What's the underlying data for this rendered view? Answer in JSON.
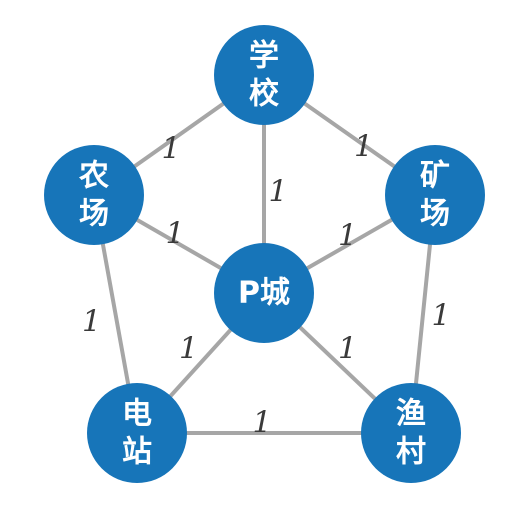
{
  "diagram": {
    "nodes": [
      {
        "id": "school",
        "lines": [
          "学",
          "校"
        ]
      },
      {
        "id": "farm",
        "lines": [
          "农",
          "场"
        ]
      },
      {
        "id": "mine",
        "lines": [
          "矿",
          "场"
        ]
      },
      {
        "id": "p_city",
        "lines": [
          "P城"
        ]
      },
      {
        "id": "station",
        "lines": [
          "电",
          "站"
        ]
      },
      {
        "id": "fishing",
        "lines": [
          "渔",
          "村"
        ]
      }
    ],
    "edges": [
      {
        "from": "school",
        "to": "farm",
        "weight": "1"
      },
      {
        "from": "school",
        "to": "mine",
        "weight": "1"
      },
      {
        "from": "school",
        "to": "p_city",
        "weight": "1"
      },
      {
        "from": "farm",
        "to": "p_city",
        "weight": "1"
      },
      {
        "from": "mine",
        "to": "p_city",
        "weight": "1"
      },
      {
        "from": "farm",
        "to": "station",
        "weight": "1"
      },
      {
        "from": "mine",
        "to": "fishing",
        "weight": "1"
      },
      {
        "from": "p_city",
        "to": "station",
        "weight": "1"
      },
      {
        "from": "p_city",
        "to": "fishing",
        "weight": "1"
      },
      {
        "from": "station",
        "to": "fishing",
        "weight": "1"
      }
    ]
  }
}
